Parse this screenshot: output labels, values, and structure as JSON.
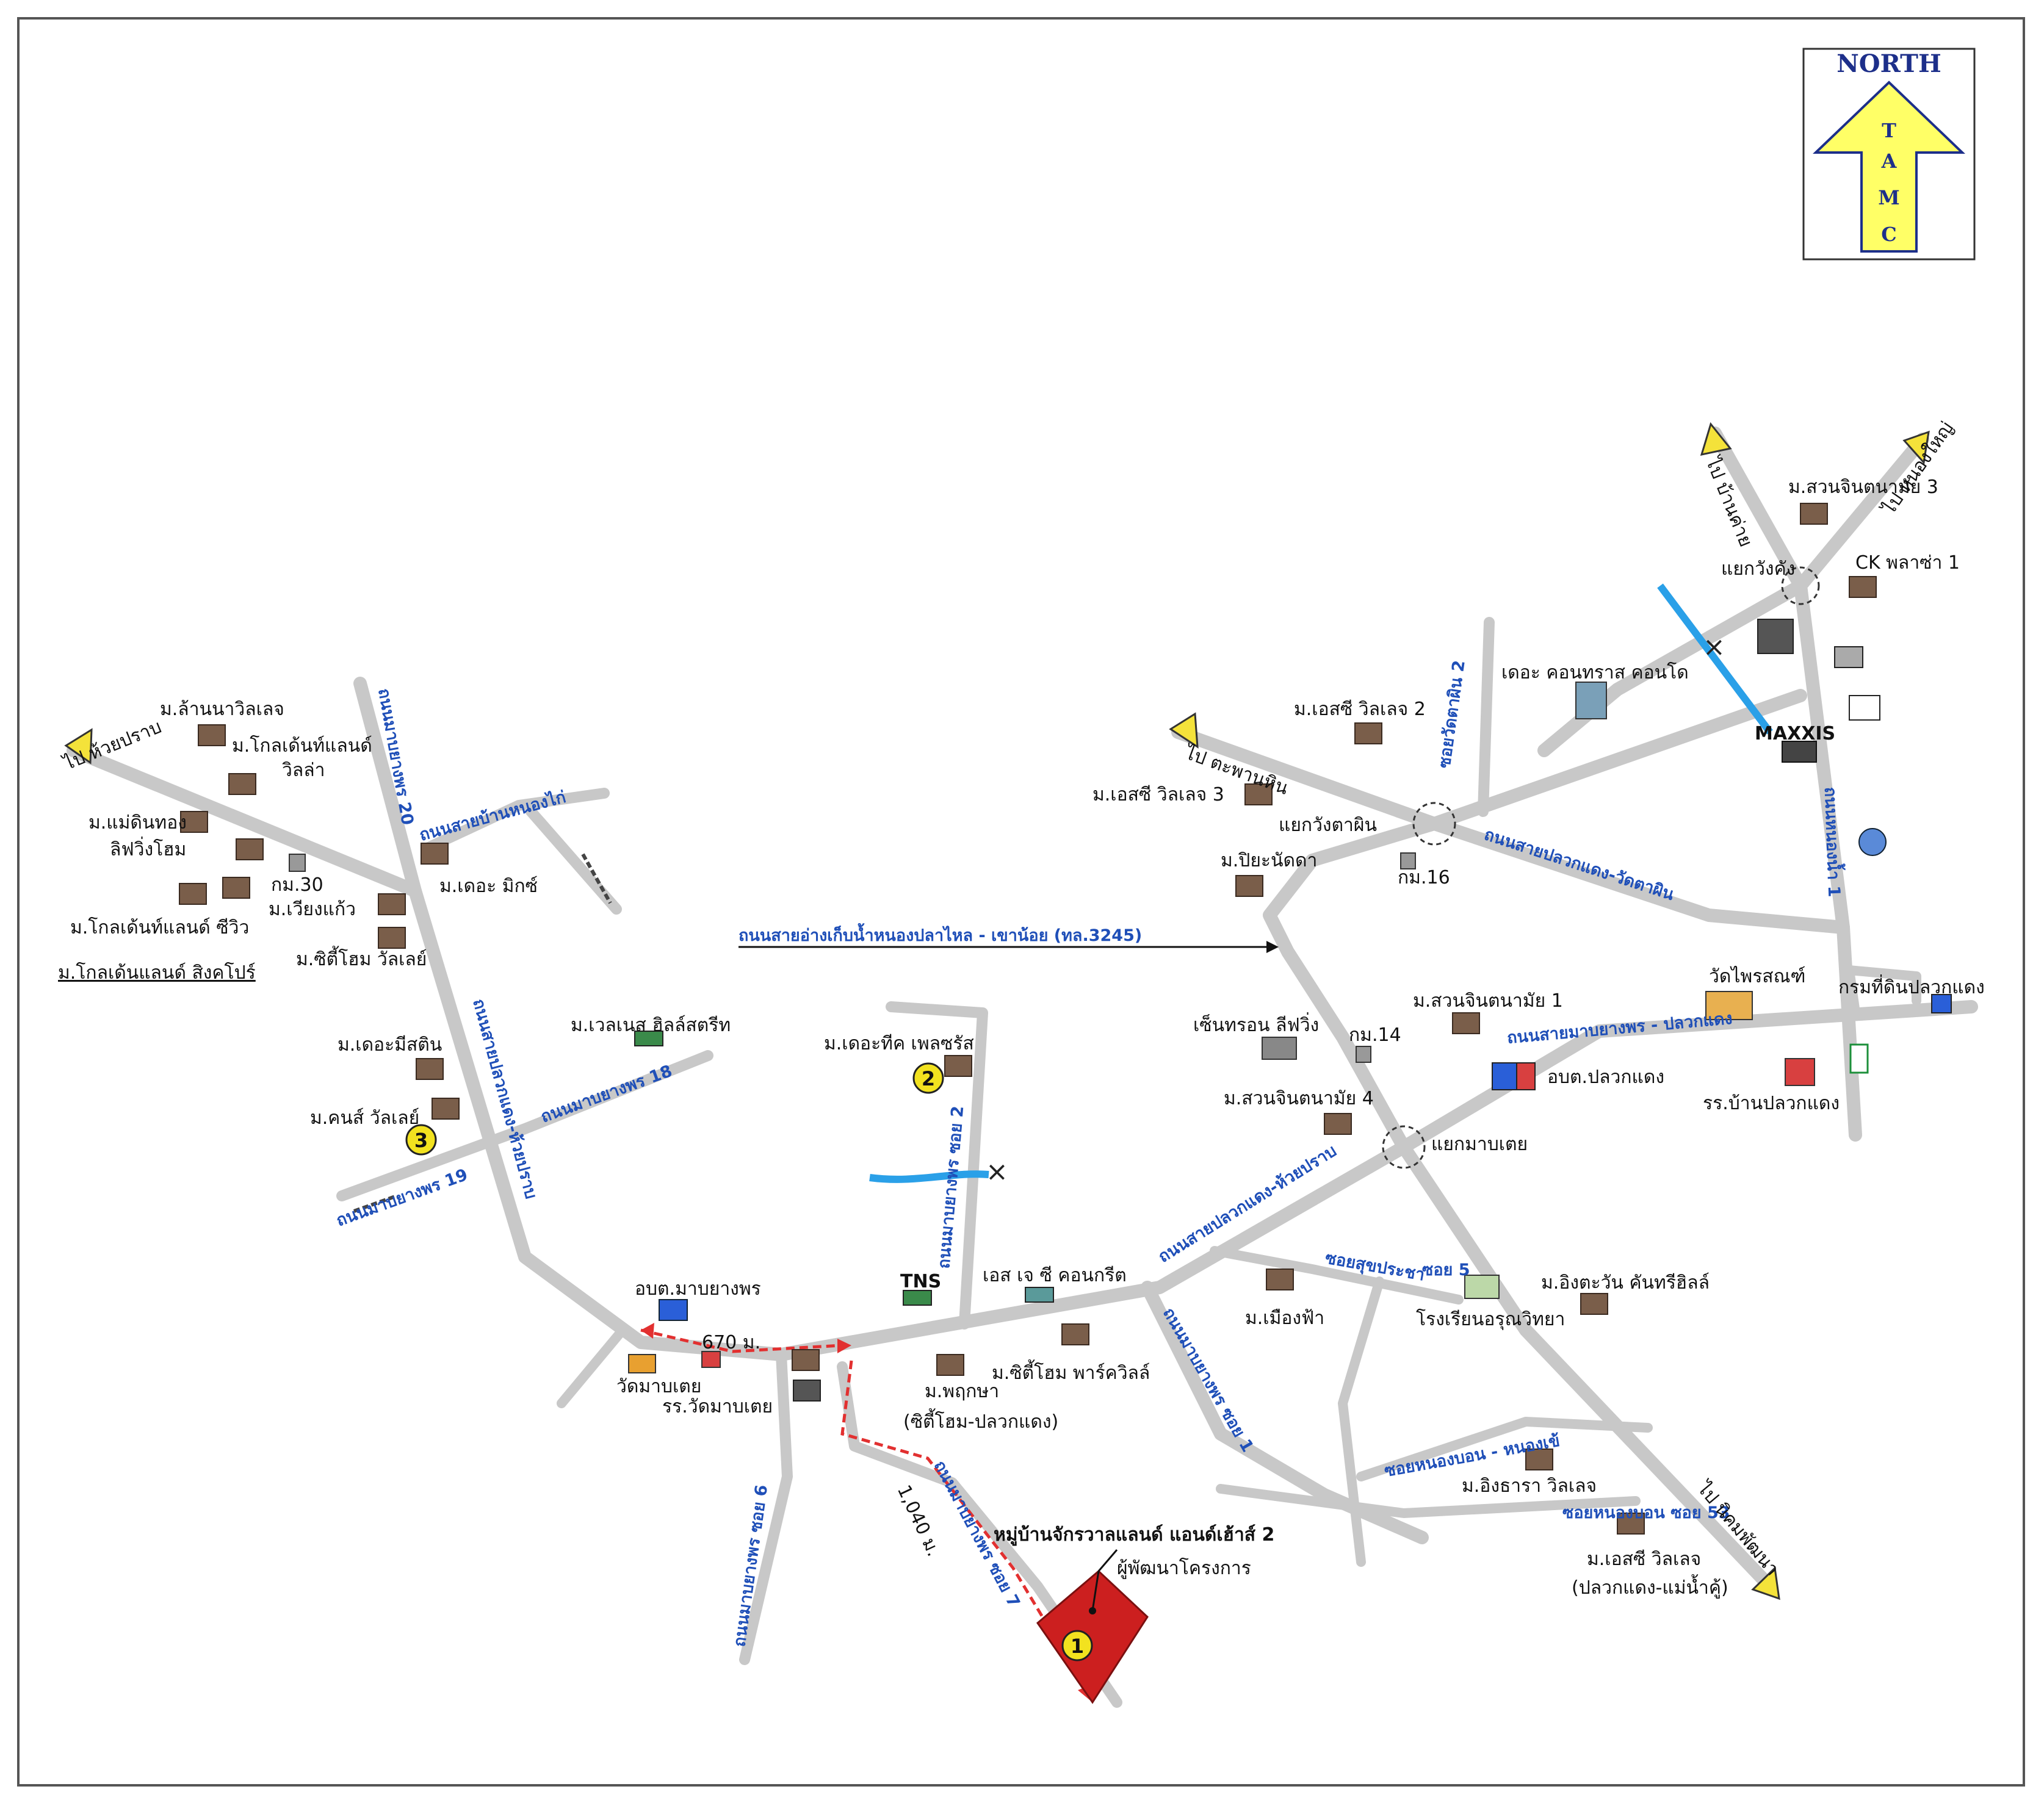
{
  "compass": {
    "title": "NORTH",
    "letters": [
      "T",
      "A",
      "M",
      "C"
    ],
    "colors": {
      "arrow_fill": "#ffff66",
      "text": "#1d2f8a"
    }
  },
  "roads": {
    "main_highway": "ถนนสายอ่างเก็บน้ำหนองปลาไหล - เขาน้อย (ทล.3245)",
    "road_pk_wattaphin": "ถนนสายปลวกแดง-วัดตาผิน",
    "road_mabyangporn_pluakdaeng": "ถนนสายมาบยางพร - ปลวกแดง",
    "road_pluakdaeng_huaypong": "ถนนสายปลวกแดง-ห้วยปราบ",
    "road_pluakdaeng_huaypong_west": "ถนนสายปลวกแดง-ห้วยปราบ",
    "road_mabyangporn_20": "ถนนมาบยางพร 20",
    "road_banhuayhai": "ถนนสายบ้านหนองไก่",
    "road_mabyangporn_18": "ถนนมาบยางพร 18",
    "road_mabyangporn_19": "ถนนมาบยางพร 19",
    "road_mabyangporn_soi2": "ถนนมาบยางพร ซอย 2",
    "road_mabyangporn_soi6": "ถนนมาบยางพร ซอย 6",
    "road_mabyangporn_soi7": "ถนนมาบยางพร ซอย 7",
    "road_mabyangporn_soi1": "ถนนมาบยางพร ซอย 1",
    "road_nongnam": "ถนนหนองน้ำ 1",
    "soi_wattaphin2": "ซอยวัดตาผิน 2",
    "soi_sukhumvit": "ซอยสุขประชา",
    "soi_soi5": "ซอย 5",
    "soi_nongbon": "ซอยหนองบอน - หนองเข้",
    "soi_nongbon_3": "ซอยหนองบอน ซอย 53"
  },
  "directions": {
    "to_huaypong": "ไป ห้วยปราบ",
    "to_sapanse": "ไป ตะพานหิน",
    "to_chonburi": "ไป หนองใหญ่",
    "to_rayong": "ไป บ้านค่าย",
    "to_nikhom": "ไป นิคมพัฒนา"
  },
  "junctions": {
    "yaek_wangkoh": "แยกวังคัง",
    "yaek_wangkhaphin": "แยกวังตาผิน",
    "yaek_mabkhae": "แยกมาบเตย"
  },
  "places": {
    "m_lanna": "ม.ล้านนาวิลเลจ",
    "m_kolden_hill": "ม.โกลเด้นท์แลนด์",
    "villa": "วิลล่า",
    "m_mae_tinthong": "ม.แม่ดินทอง",
    "m_tippaya": "ลิฟวิ่งโฮม",
    "km30": "กม.30",
    "m_golden_see": "ม.โกลเด้นท์แลนด์ ซีวิว",
    "m_golden_sing": "ม.โกลเด้นแลนด์ สิงคโปร์",
    "m_riwang": "ม.เวียงแก้ว",
    "m_the_mix": "ม.เดอะ มิกซ์",
    "m_city_home": "ม.ซิตี้โฮม วัลเลย์",
    "m_wancha": "ม.เวลเนส ฮิลล์สตรีท",
    "m_the_mexi": "ม.เดอะมีสติน",
    "m_kan": "ม.คนส์ วัลเลย์",
    "m_the_tee": "ม.เดอะทีค เพลซรัส",
    "m_tns": "TNS",
    "m_sj_concrete": "เอส เจ ซี คอนกรีต",
    "m_citihome_park": "ม.ซิตี้โฮม พาร์ควิลล์",
    "m_phrukksa": "ม.พฤกษา",
    "m_phrukksa_sub": "(ซิตี้โฮม-ปลวกแดง)",
    "obt_mab": "อบต.มาบยางพร",
    "wat_mabkhae": "วัดมาบเตย",
    "school_mabkhae": "รร.วัดมาบเตย",
    "m_city_village2": "ม.เอสซี วิลเลจ 2",
    "m_city_village3": "ม.เอสซี วิลเลจ 3",
    "the_condo": "เดอะ คอนทราส คอนโด",
    "m_piya": "ม.ปิยะนัดดา",
    "km16": "กม.16",
    "m_suanchin1": "ม.สวนจินตนามัย 1",
    "m_suanchin4": "ม.สวนจินตนามัย 4",
    "centron": "เซ็นทรอน ลีฟวิ่ง",
    "km14": "กม.14",
    "obt_pluak": "อบต.ปลวกแดง",
    "wat_pluak": "วัดไพรสณฑ์",
    "school_pluak": "รร.บ้านปลวกแดง",
    "krom": "กรมที่ดินปลวกแดง",
    "m_suanchin3": "ม.สวนจินตนามัย 3",
    "ck_plaza": "CK พลาซ่า 1",
    "maxxis": "MAXXIS",
    "m_mueangfa": "ม.เมืองฟ้า",
    "school_center": "โรงเรียนอรุณวิทยา",
    "m_ingtawan": "ม.อิงตะวัน คันทรีฮิลล์",
    "m_ingthara": "ม.อิงธารา วิลเลจ",
    "m_sc_village": "ม.เอสซี วิลเลจ",
    "m_sc_village_sub": "(ปลวกแดง-แม่น้ำคู้)"
  },
  "project": {
    "title": "หมู่บ้านจักรวาลแลนด์ แอนด์เฮ้าส์ 2",
    "subtitle": "ผู้พัฒนาโครงการ",
    "marker1": "1",
    "marker2": "2",
    "marker3": "3",
    "dist_670": "670 ม.",
    "dist_1040": "1,040 ม.",
    "colors": {
      "plot": "#cc1f1f",
      "marker": "#f2e21f",
      "route": "#e23030"
    }
  }
}
